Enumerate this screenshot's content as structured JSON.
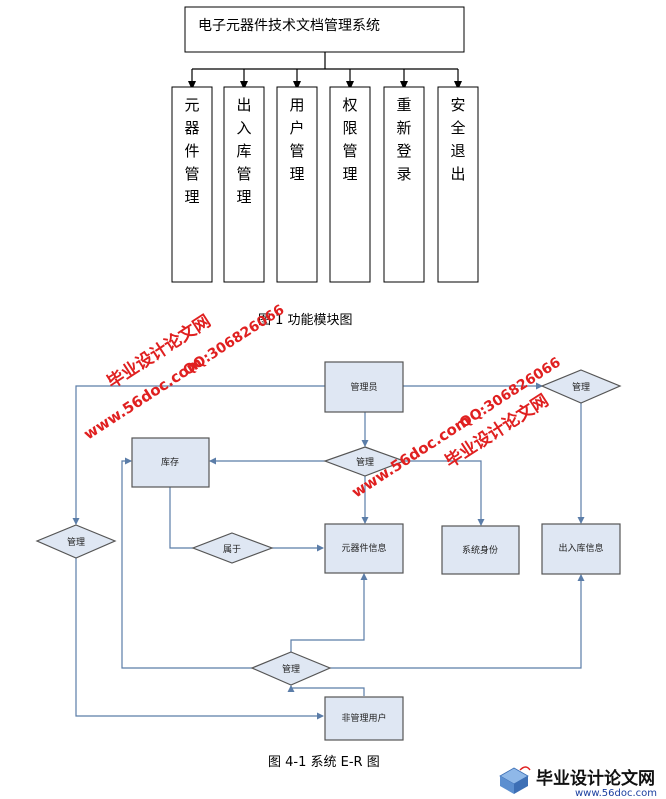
{
  "figure1": {
    "root": "电子元器件技术文档管理系统",
    "modules": [
      "元器件管理",
      "出入库管理",
      "用户管理",
      "权限管理",
      "重新登录",
      "安全退出"
    ],
    "caption": "图 1  功能模块图"
  },
  "figure2": {
    "entities": {
      "admin": "管理员",
      "stock": "库存",
      "component_info": "元器件信息",
      "backup": "系统身份",
      "io_info": "出入库信息",
      "nonadmin": "非管理用户"
    },
    "relations": {
      "manage_top": "管理",
      "manage_center": "管理",
      "manage_left": "管理",
      "belong": "属于",
      "manage_bottom": "管理"
    },
    "caption": "图 4-1  系统 E-R 图"
  },
  "watermarks": {
    "site_1": "毕业设计论文网",
    "url_1": "www.56doc.com",
    "qq_1": "QQ:306826066",
    "site_2": "毕业设计论文网",
    "url_2": "www.56doc.com",
    "qq_2": "QQ:306826066"
  },
  "footer": {
    "logo": "毕业设计论文网",
    "url": "www.56doc.com"
  },
  "colors": {
    "er_fill": "#dfe7f3",
    "er_stroke": "#555555",
    "er_line": "#5b7da8",
    "watermark": "#e02020"
  }
}
